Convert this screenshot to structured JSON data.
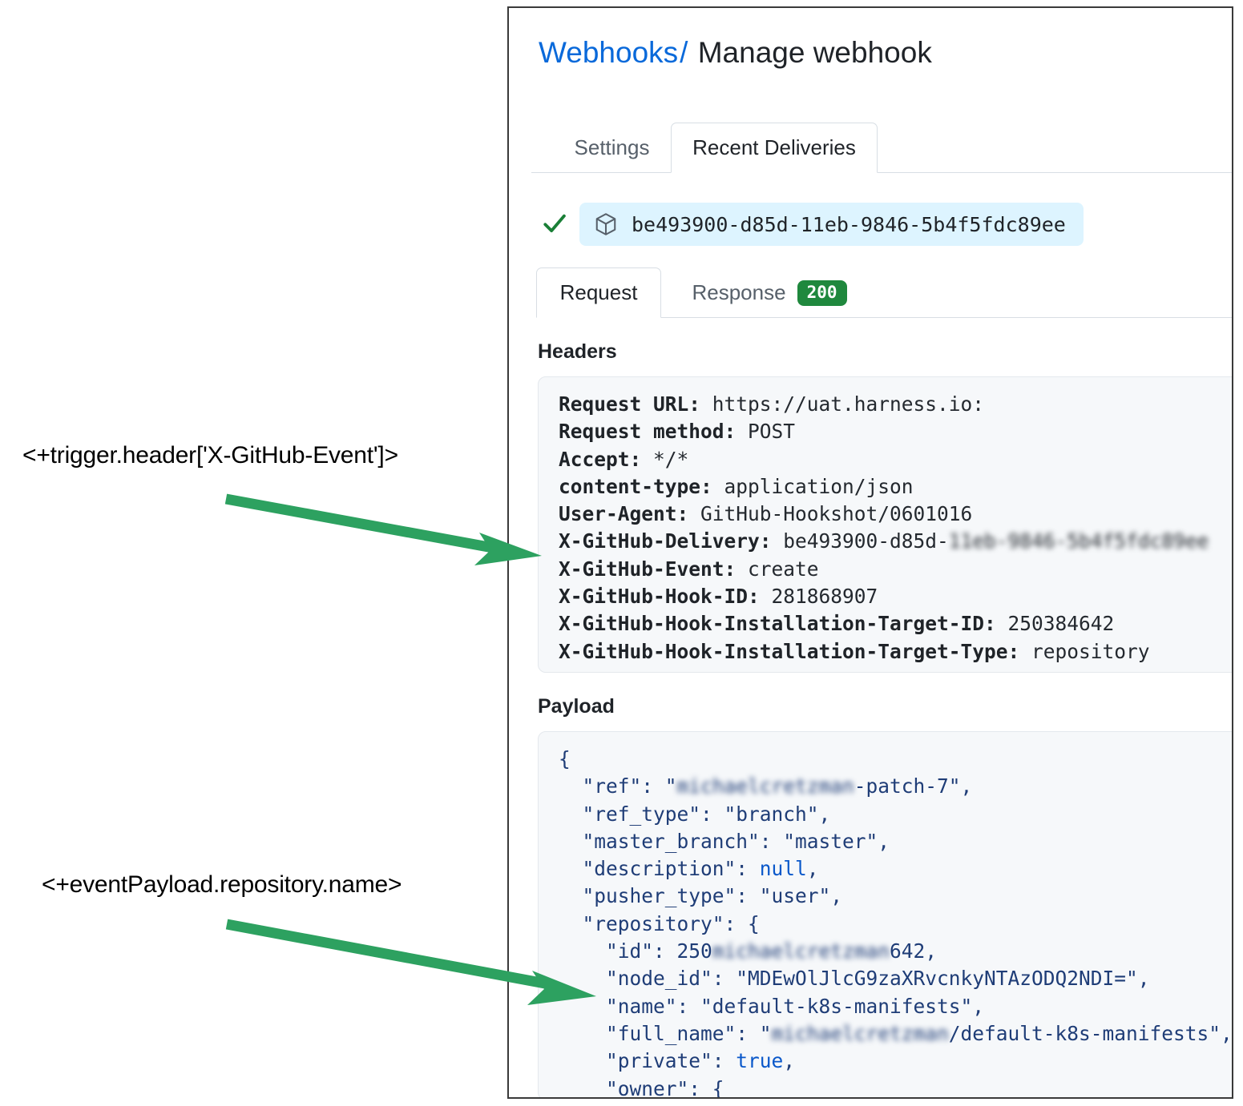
{
  "annotations": [
    {
      "text": "<+trigger.header['X-GitHub-Event']>",
      "name": "annotation-trigger-header"
    },
    {
      "text": "<+eventPayload.repository.name>",
      "name": "annotation-event-payload"
    }
  ],
  "accent_color_arrow": "#2da160",
  "panel": {
    "breadcrumb": {
      "link": "Webhooks",
      "separator": "/",
      "current": "Manage webhook"
    },
    "tabs": [
      {
        "label": "Settings",
        "active": false
      },
      {
        "label": "Recent Deliveries",
        "active": true
      }
    ],
    "delivery": {
      "status_icon": "check-icon",
      "package_icon": "cube-icon",
      "id": "be493900-d85d-11eb-9846-5b4f5fdc89ee"
    },
    "sub_tabs": [
      {
        "label": "Request",
        "active": true
      },
      {
        "label": "Response",
        "active": false,
        "badge": "200",
        "badge_color": "#1f883d"
      }
    ],
    "headers_section": {
      "title": "Headers",
      "lines": [
        {
          "key": "Request URL:",
          "value": "https://uat.harness.io:"
        },
        {
          "key": "Request method:",
          "value": "POST"
        },
        {
          "key": "Accept:",
          "value": "*/*"
        },
        {
          "key": "content-type:",
          "value": "application/json"
        },
        {
          "key": "User-Agent:",
          "value": "GitHub-Hookshot/0601016"
        },
        {
          "key": "X-GitHub-Delivery:",
          "value": "be493900-d85d-",
          "value_blurred": "11eb-9846-5b4f5fdc89ee"
        },
        {
          "key": "X-GitHub-Event:",
          "value": "create"
        },
        {
          "key": "X-GitHub-Hook-ID:",
          "value": "281868907"
        },
        {
          "key": "X-GitHub-Hook-Installation-Target-ID:",
          "value": "250384642"
        },
        {
          "key": "X-GitHub-Hook-Installation-Target-Type:",
          "value": "repository"
        }
      ]
    },
    "payload_section": {
      "title": "Payload",
      "lines": [
        "{",
        "  \"ref\": \"[redacted]-patch-7\",",
        "  \"ref_type\": \"branch\",",
        "  \"master_branch\": \"master\",",
        "  \"description\": null,",
        "  \"pusher_type\": \"user\",",
        "  \"repository\": {",
        "    \"id\": 250[redacted]642,",
        "    \"node_id\": \"MDEwOlJlcG9zaXRvcnkyNTAzODQ2NDI=\",",
        "    \"name\": \"default-k8s-manifests\",",
        "    \"full_name\": \"[redacted]/default-k8s-manifests\",",
        "    \"private\": true,",
        "    \"owner\": {"
      ]
    }
  }
}
